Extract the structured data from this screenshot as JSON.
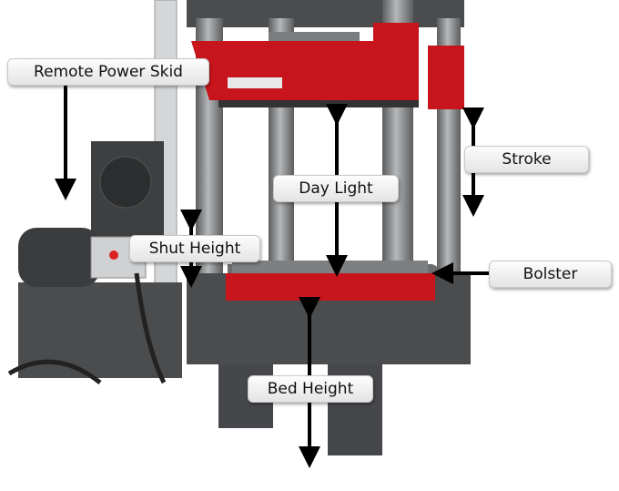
{
  "title": "Hydraulic press dimensions diagram",
  "labels": {
    "remote_power_skid": "Remote Power Skid",
    "stroke": "Stroke",
    "day_light": "Day Light",
    "shut_height": "Shut Height",
    "bolster": "Bolster",
    "bed_height": "Bed Height"
  },
  "colors": {
    "press_red": "#c8141c",
    "press_gray": "#4a4c4e",
    "column_gray": "#8a8c8e"
  }
}
